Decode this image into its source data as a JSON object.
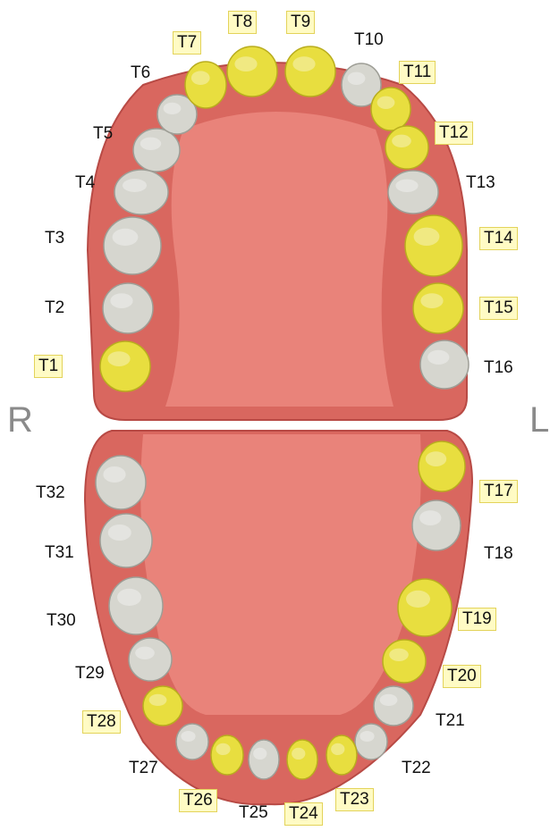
{
  "side_labels": {
    "right": "R",
    "left": "L"
  },
  "colors": {
    "background": "#ffffff",
    "gum": "#d9675f",
    "gum_dark": "#b84a45",
    "palate": "#e9837a",
    "tooth_selected": "#e8de3f",
    "tooth_default": "#d6d6cf",
    "label_selected_bg": "#fffbc4",
    "label_selected_border": "#e3d35a",
    "side_label": "#8a8a8a"
  },
  "teeth": [
    {
      "id": "T1",
      "label": "T1",
      "selected": true
    },
    {
      "id": "T2",
      "label": "T2",
      "selected": false
    },
    {
      "id": "T3",
      "label": "T3",
      "selected": false
    },
    {
      "id": "T4",
      "label": "T4",
      "selected": false
    },
    {
      "id": "T5",
      "label": "T5",
      "selected": false
    },
    {
      "id": "T6",
      "label": "T6",
      "selected": false
    },
    {
      "id": "T7",
      "label": "T7",
      "selected": true
    },
    {
      "id": "T8",
      "label": "T8",
      "selected": true
    },
    {
      "id": "T9",
      "label": "T9",
      "selected": true
    },
    {
      "id": "T10",
      "label": "T10",
      "selected": false
    },
    {
      "id": "T11",
      "label": "T11",
      "selected": true
    },
    {
      "id": "T12",
      "label": "T12",
      "selected": true
    },
    {
      "id": "T13",
      "label": "T13",
      "selected": false
    },
    {
      "id": "T14",
      "label": "T14",
      "selected": true
    },
    {
      "id": "T15",
      "label": "T15",
      "selected": true
    },
    {
      "id": "T16",
      "label": "T16",
      "selected": false
    },
    {
      "id": "T17",
      "label": "T17",
      "selected": true
    },
    {
      "id": "T18",
      "label": "T18",
      "selected": false
    },
    {
      "id": "T19",
      "label": "T19",
      "selected": true
    },
    {
      "id": "T20",
      "label": "T20",
      "selected": true
    },
    {
      "id": "T21",
      "label": "T21",
      "selected": false
    },
    {
      "id": "T22",
      "label": "T22",
      "selected": false
    },
    {
      "id": "T23",
      "label": "T23",
      "selected": true
    },
    {
      "id": "T24",
      "label": "T24",
      "selected": true
    },
    {
      "id": "T25",
      "label": "T25",
      "selected": false
    },
    {
      "id": "T26",
      "label": "T26",
      "selected": true
    },
    {
      "id": "T27",
      "label": "T27",
      "selected": false
    },
    {
      "id": "T28",
      "label": "T28",
      "selected": true
    },
    {
      "id": "T29",
      "label": "T29",
      "selected": false
    },
    {
      "id": "T30",
      "label": "T30",
      "selected": false
    },
    {
      "id": "T31",
      "label": "T31",
      "selected": false
    },
    {
      "id": "T32",
      "label": "T32",
      "selected": false
    }
  ]
}
